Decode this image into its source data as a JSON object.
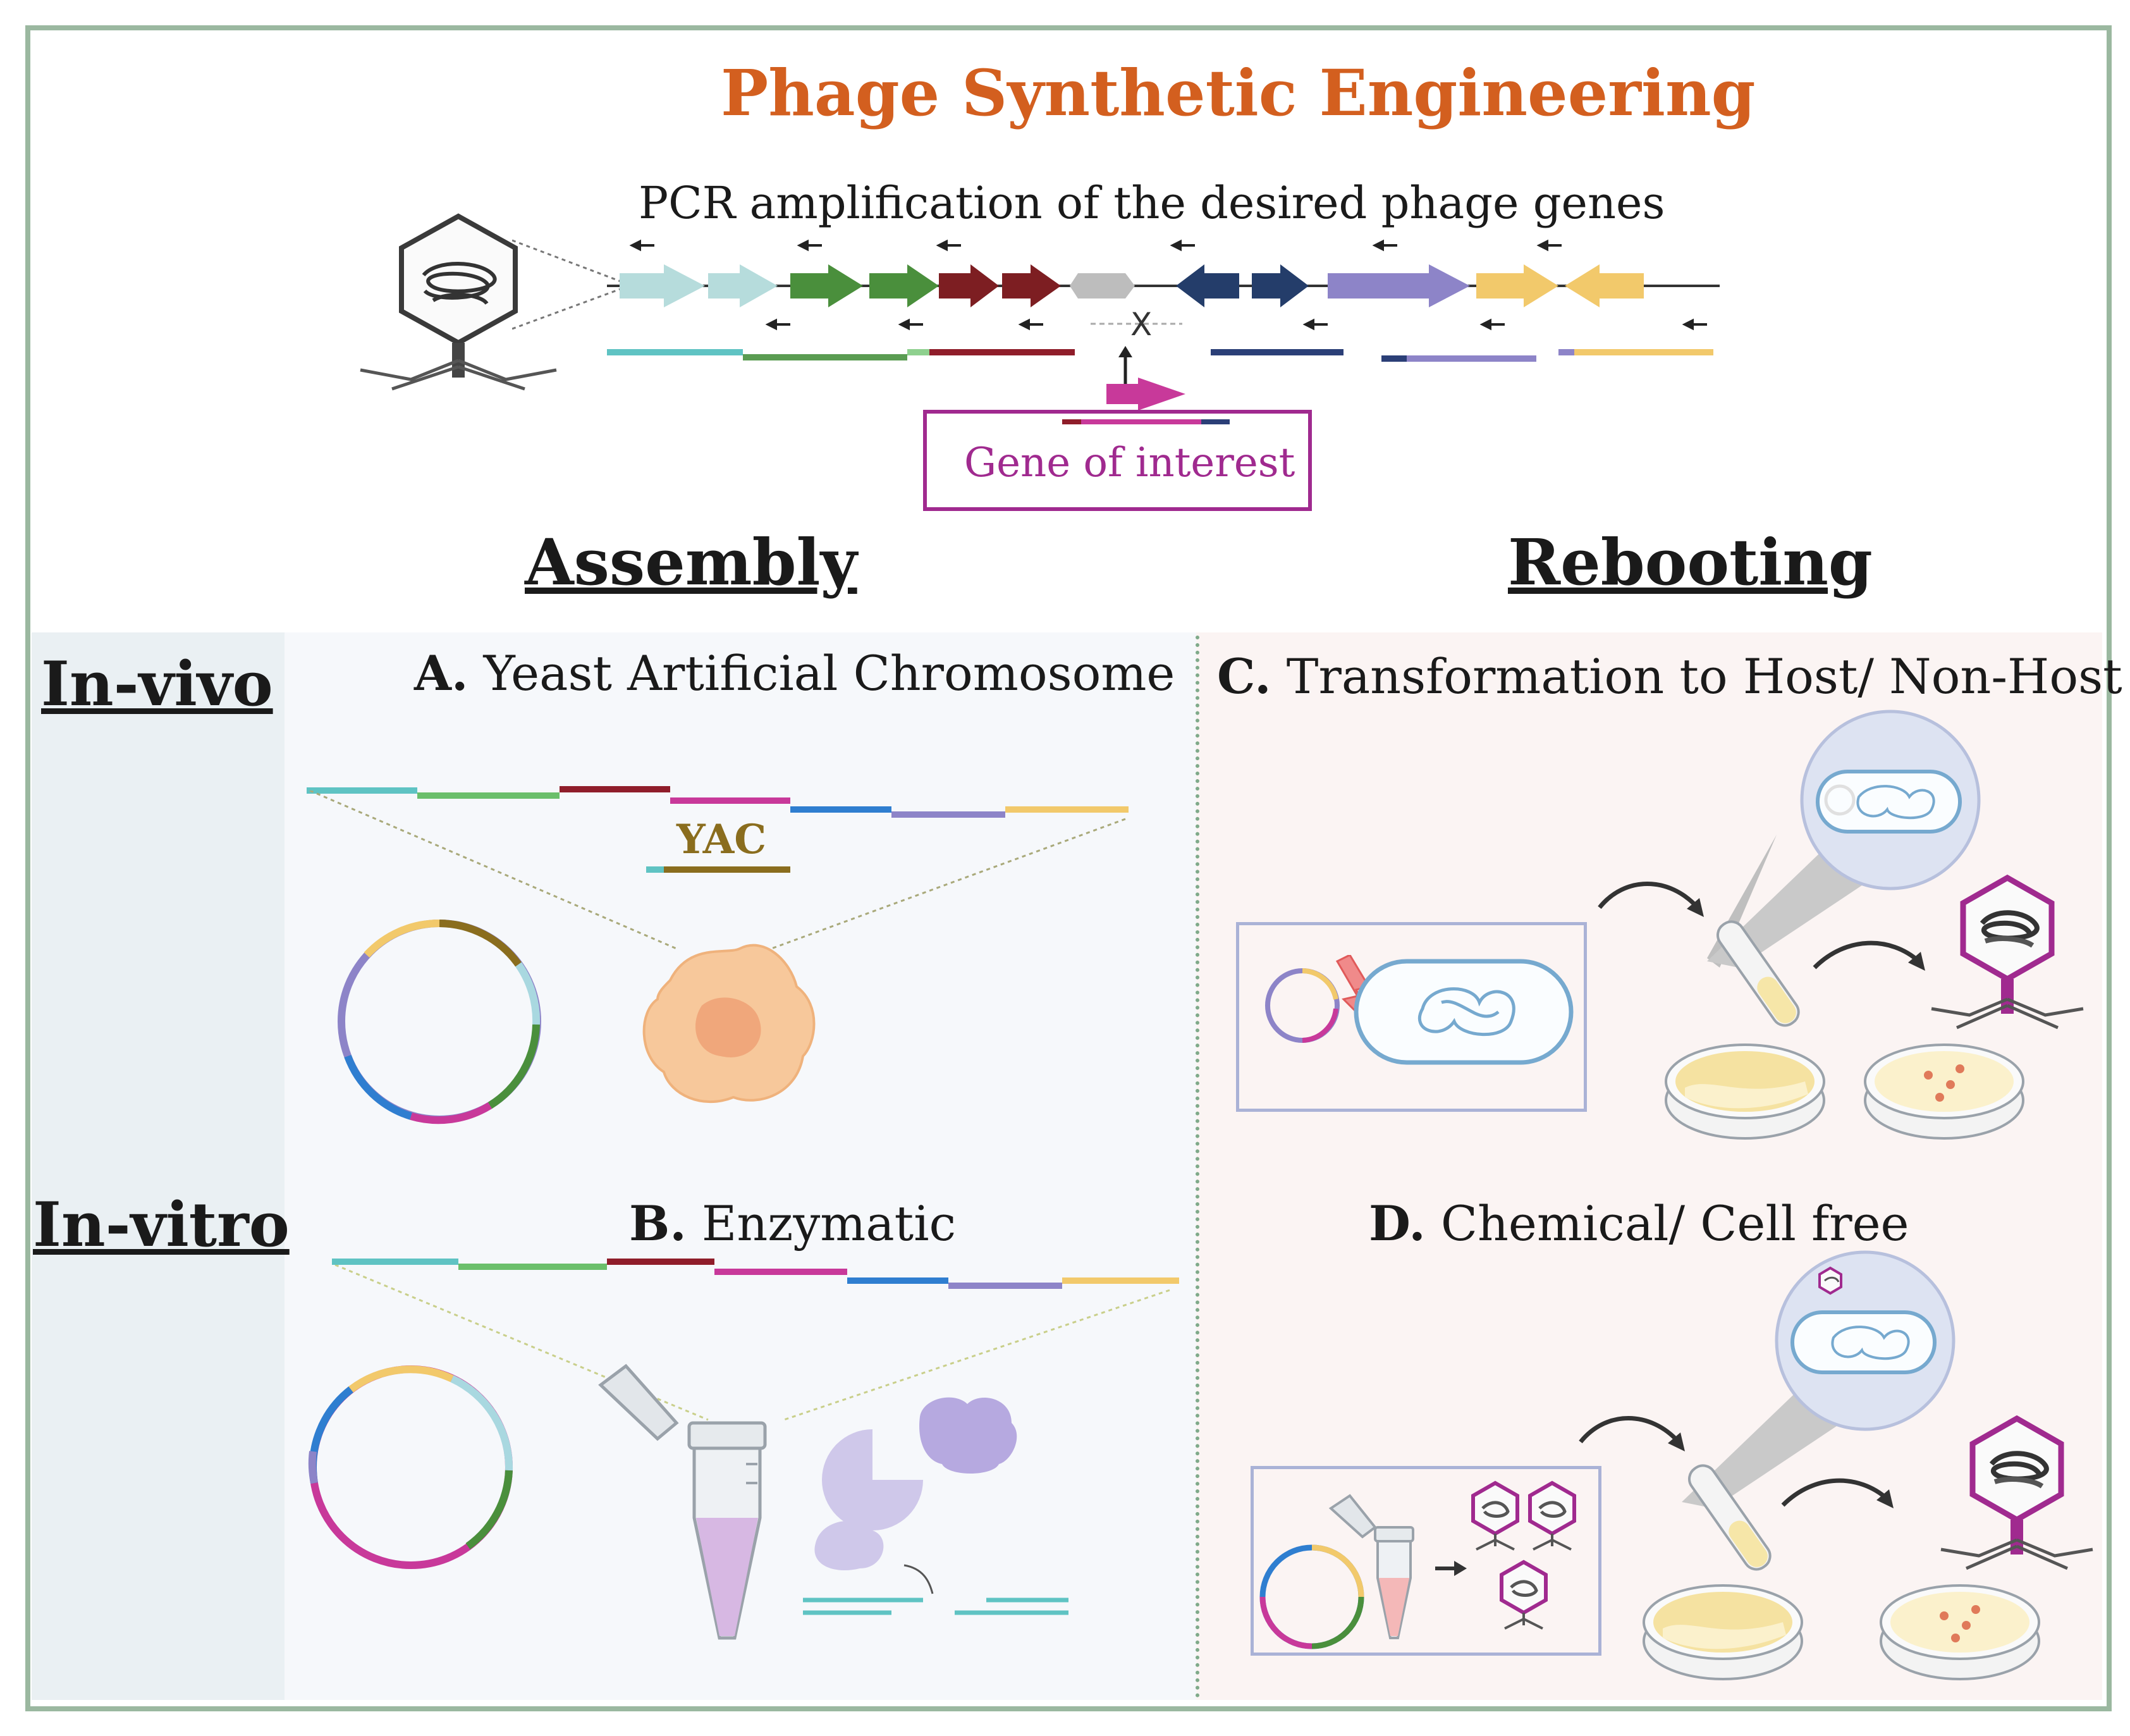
{
  "title": "Phage Synthetic Engineering",
  "pcr_label": "PCR amplification of the desired phage genes",
  "gene_of_interest": "Gene of interest",
  "headers": {
    "assembly": "Assembly",
    "rebooting": "Rebooting"
  },
  "rows": {
    "in_vivo": "In-vivo",
    "in_vitro": "In-vitro"
  },
  "panels": {
    "a": {
      "letter": "A.",
      "title": "Yeast Artificial Chromosome",
      "yac_label": "YAC"
    },
    "b": {
      "letter": "B.",
      "title": "Enzymatic"
    },
    "c": {
      "letter": "C.",
      "title": "Transformation to Host/ Non-Host"
    },
    "d": {
      "letter": "D.",
      "title": "Chemical/ Cell free"
    }
  },
  "colors": {
    "title": "#d35f1f",
    "frame": "#9bb8a0",
    "gene_of_interest": "#a02a8f",
    "rebooting_bg": "#fbf4f3",
    "assembly_bg": "#f6f8fb",
    "row_label_bg": "#eaf0f3",
    "divider": "#7faa8a"
  },
  "icons": [
    "phage-icon",
    "plasmid-icon",
    "yeast-cell-icon",
    "microtube-icon",
    "enzyme-icon",
    "bacterium-icon",
    "electroporation-bolt-icon",
    "test-tube-icon",
    "petri-dish-icon",
    "arrow-icon"
  ]
}
